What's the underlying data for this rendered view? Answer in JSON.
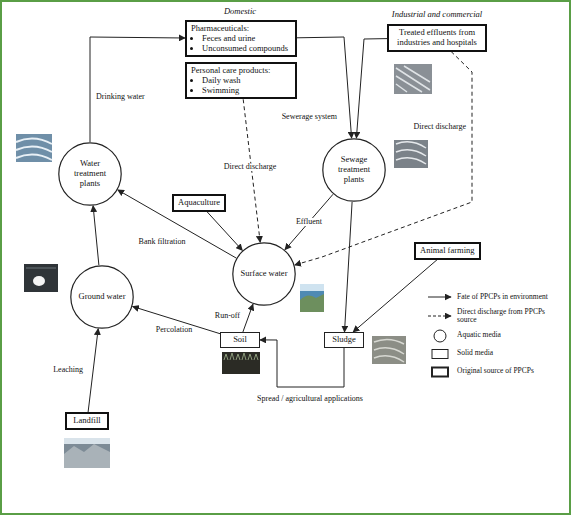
{
  "diagram": {
    "nodes": [
      {
        "text": [
          "Pharmaceuticals:",
          "Feces and urine",
          "Unconsumed compounds"
        ]
      },
      {
        "text": [
          "Personal care products:",
          "Daily wash",
          "Swimming"
        ]
      },
      {
        "text": [
          "Treated effluents from industries and hospitals"
        ]
      },
      {
        "text": [
          "Water treatment plants"
        ]
      },
      {
        "text": [
          "Sewage treatment plants"
        ]
      },
      {
        "text": [
          "Aquaculture"
        ]
      },
      {
        "text": [
          "Surface water"
        ]
      },
      {
        "text": [
          "Animal farming"
        ]
      },
      {
        "text": [
          "Ground water"
        ]
      },
      {
        "text": [
          "Soil"
        ]
      },
      {
        "text": [
          "Sludge"
        ]
      },
      {
        "text": [
          "Landfill"
        ]
      }
    ],
    "edges": [
      {
        "from": 0,
        "to": 4,
        "label": "Sewerage system",
        "arrow": "to"
      },
      {
        "from": 2,
        "to": 4,
        "arrow": "to"
      },
      {
        "from": 1,
        "to": 6,
        "label": "Direct discharge",
        "arrow": "to"
      },
      {
        "from": 2,
        "to": 6,
        "label": "Direct discharge",
        "arrow": "to"
      },
      {
        "from": 4,
        "to": 6,
        "label": "Effluent",
        "arrow": "to"
      },
      {
        "from": 5,
        "to": 6,
        "arrow": "to"
      },
      {
        "from": 4,
        "to": 10,
        "arrow": "to"
      },
      {
        "from": 7,
        "to": 10,
        "arrow": "to"
      },
      {
        "from": 10,
        "to": 9,
        "label": "Spread / agricultural applications",
        "arrow": "to"
      },
      {
        "from": 9,
        "to": 6,
        "label": "Run-off",
        "arrow": "to"
      },
      {
        "from": 9,
        "to": 8,
        "label": "Percolation",
        "arrow": "to"
      },
      {
        "from": 11,
        "to": 8,
        "label": "Leaching",
        "arrow": "to"
      },
      {
        "from": 8,
        "to": 3,
        "arrow": "to"
      },
      {
        "from": 6,
        "to": 3,
        "label": "Bank filtration",
        "arrow": "to"
      },
      {
        "from": 3,
        "to": 0,
        "label": "Drinking water",
        "arrow": "to"
      }
    ],
    "labels": [
      "Domestic",
      "Industrial and commercial"
    ],
    "legend": [
      {
        "text": "Fate of PPCPs in environment"
      },
      {
        "text": "Direct discharge from PPCPs source"
      },
      {
        "text": "Aquatic media"
      },
      {
        "text": "Solid media"
      },
      {
        "text": "Original source of PPCPs"
      }
    ]
  }
}
